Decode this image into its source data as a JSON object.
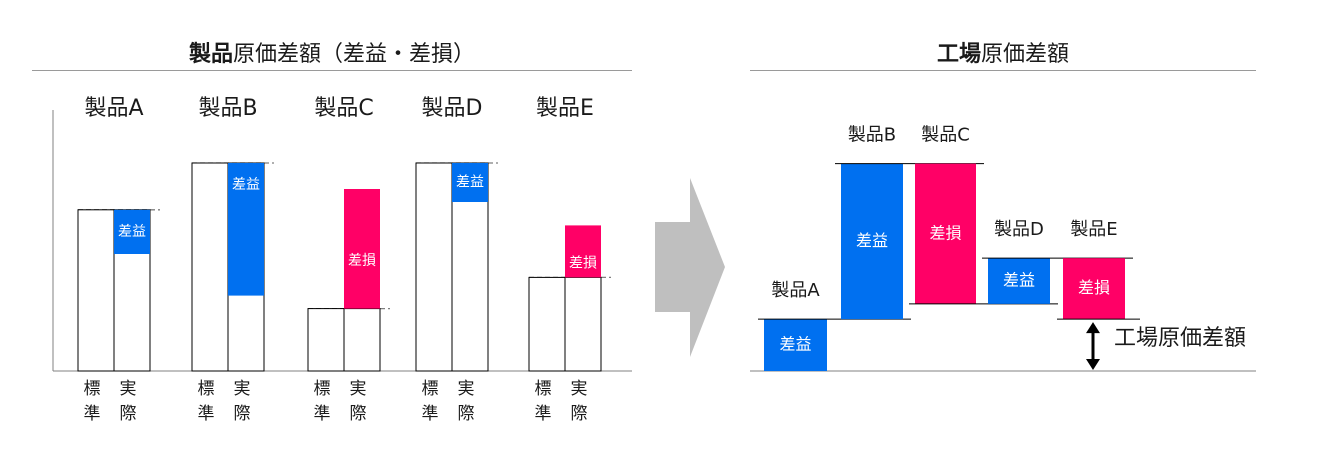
{
  "left_panel": {
    "title_bold": "製品",
    "title_rest": "原価差額（差益・差損）",
    "column_labels": [
      "標",
      "準",
      "実",
      "際"
    ],
    "products": [
      {
        "name": "製品A",
        "standard": 62,
        "actual": 62,
        "diff_label": "差益",
        "diff_type": "gain",
        "diff": 17
      },
      {
        "name": "製品B",
        "standard": 80,
        "actual": 80,
        "diff_label": "差益",
        "diff_type": "gain",
        "diff": 51
      },
      {
        "name": "製品C",
        "standard": 24,
        "actual": 24,
        "diff_label": "差損",
        "diff_type": "loss",
        "diff": 46
      },
      {
        "name": "製品D",
        "standard": 80,
        "actual": 80,
        "diff_label": "差益",
        "diff_type": "gain",
        "diff": 15
      },
      {
        "name": "製品E",
        "standard": 36,
        "actual": 36,
        "diff_label": "差損",
        "diff_type": "loss",
        "diff": 20
      }
    ]
  },
  "right_panel": {
    "title_bold": "工場",
    "title_rest": "原価差額",
    "total_label": "工場原価差額",
    "steps": [
      {
        "name": "製品A",
        "diff_label": "差益",
        "diff_type": "gain",
        "value": 17
      },
      {
        "name": "製品B",
        "diff_label": "差益",
        "diff_type": "gain",
        "value": 51
      },
      {
        "name": "製品C",
        "diff_label": "差損",
        "diff_type": "loss",
        "value": 46
      },
      {
        "name": "製品D",
        "diff_label": "差益",
        "diff_type": "gain",
        "value": 15
      },
      {
        "name": "製品E",
        "diff_label": "差損",
        "diff_type": "loss",
        "value": 20
      }
    ]
  },
  "colors": {
    "gain": "#0070f0",
    "loss": "#ff0066",
    "arrow": "#bfbfbf",
    "guide": "#7f7f7f",
    "axis": "#808080"
  }
}
